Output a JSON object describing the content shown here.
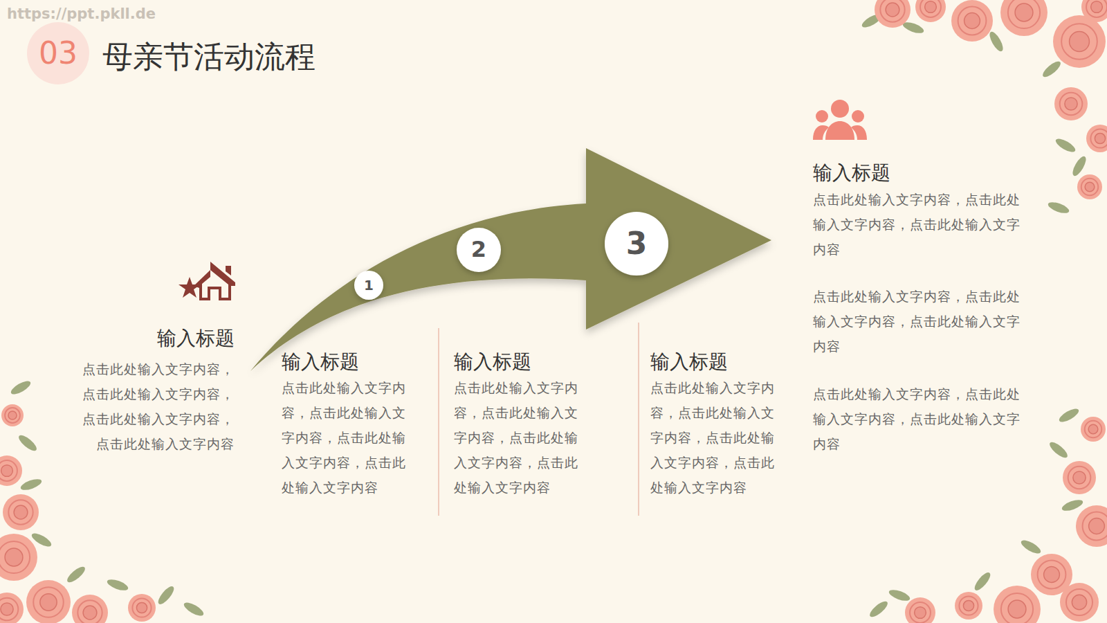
{
  "diagram": {
    "title": "母亲节活动流程",
    "nodes": [
      {
        "text": [
          "03"
        ]
      },
      {
        "text": [
          "1"
        ]
      },
      {
        "text": [
          "2"
        ]
      },
      {
        "text": [
          "3"
        ]
      }
    ],
    "labels": [
      "https://ppt.pkll.de",
      "输入标题",
      "点击此处输入文字内容，点击此处输入文字内容，点击此处输入文字内容，点击此处输入文字内容",
      "输入标题",
      "点击此处输入文字内容，点击此处输入文字内容，点击此处输入文字内容，点击此处输入文字内容",
      "输入标题",
      "点击此处输入文字内容，点击此处输入文字内容，点击此处输入文字内容，点击此处输入文字内容",
      "输入标题",
      "点击此处输入文字内容，点击此处输入文字内容，点击此处输入文字内容，点击此处输入文字内容",
      "输入标题",
      "点击此处输入文字内容，点击此处输入文字内容，点击此处输入文字内容",
      "点击此处输入文字内容，点击此处输入文字内容，点击此处输入文字内容",
      "点击此处输入文字内容，点击此处输入文字内容，点击此处输入文字内容"
    ]
  }
}
